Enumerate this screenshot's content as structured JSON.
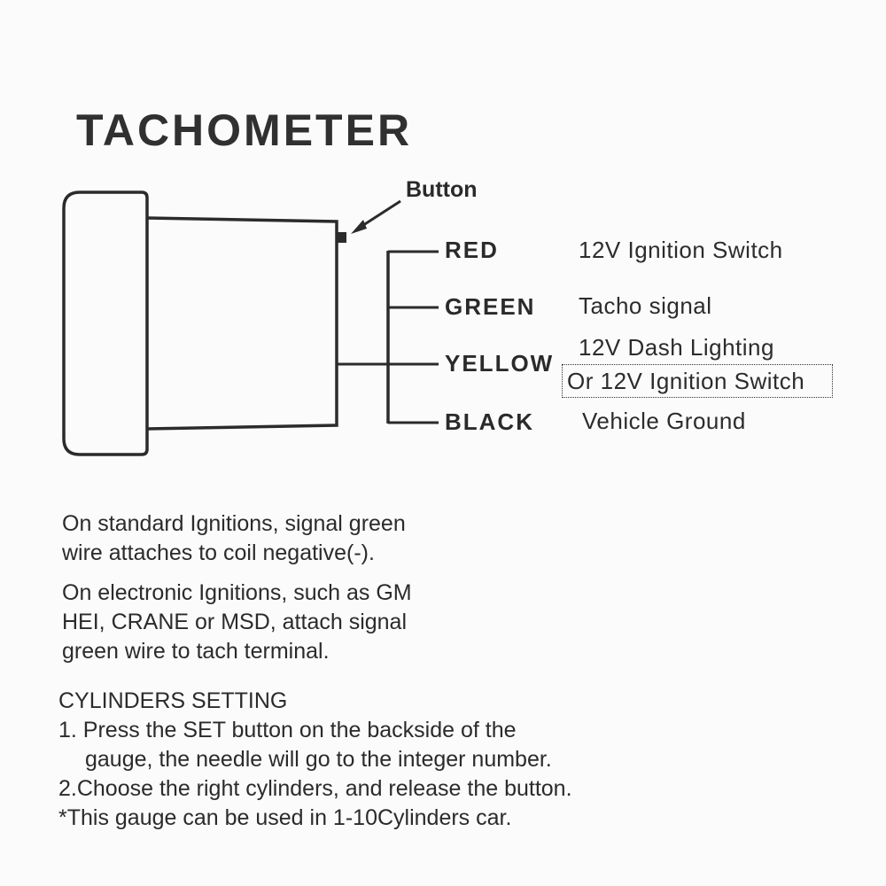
{
  "title": "TACHOMETER",
  "button_label": "Button",
  "wires": [
    {
      "color_name": "RED",
      "description": "12V Ignition Switch"
    },
    {
      "color_name": "GREEN",
      "description": "Tacho signal"
    },
    {
      "color_name": "YELLOW",
      "description": "12V Dash Lighting",
      "alt_description": "Or 12V Ignition Switch"
    },
    {
      "color_name": "BLACK",
      "description": "Vehicle Ground"
    }
  ],
  "notes": [
    {
      "lines": [
        "On standard Ignitions, signal green",
        "wire attaches to coil negative(-)."
      ]
    },
    {
      "lines": [
        "On electronic Ignitions, such as GM",
        "HEI, CRANE or MSD, attach signal",
        "green wire to tach terminal."
      ]
    }
  ],
  "cylinders_setting": {
    "heading": "CYLINDERS SETTING",
    "step1_line1": "1. Press the SET button on the backside of the",
    "step1_line2": "gauge, the needle will go to the integer number.",
    "step2": "2.Choose the right cylinders, and release the button.",
    "note": "*This gauge can be used in 1-10Cylinders car."
  }
}
